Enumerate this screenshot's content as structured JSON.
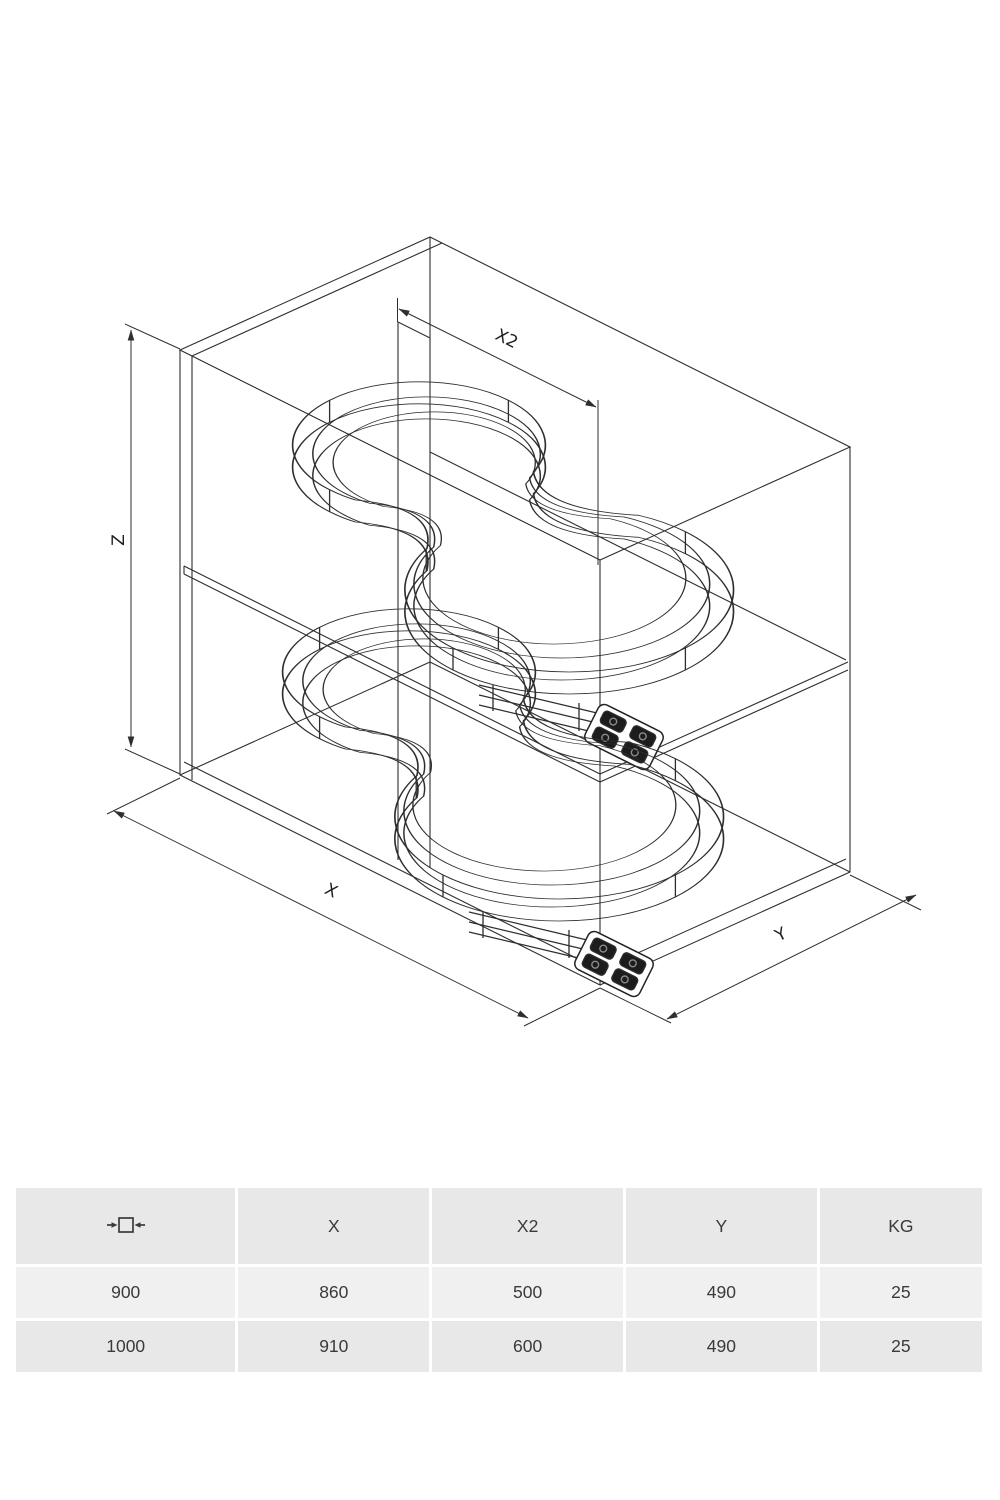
{
  "drawing": {
    "dimension_labels": {
      "z": "Z",
      "x2": "X2",
      "x": "X",
      "y": "Y"
    },
    "stroke_color": "#2e2e2e",
    "icons": {
      "header_icon": "door-width-icon"
    }
  },
  "table": {
    "header": {
      "icon": "door-width-icon",
      "x": "X",
      "x2": "X2",
      "y": "Y",
      "kg": "KG"
    },
    "rows": [
      {
        "w": "900",
        "x": "860",
        "x2": "500",
        "y": "490",
        "kg": "25"
      },
      {
        "w": "1000",
        "x": "910",
        "x2": "600",
        "y": "490",
        "kg": "25"
      }
    ]
  }
}
